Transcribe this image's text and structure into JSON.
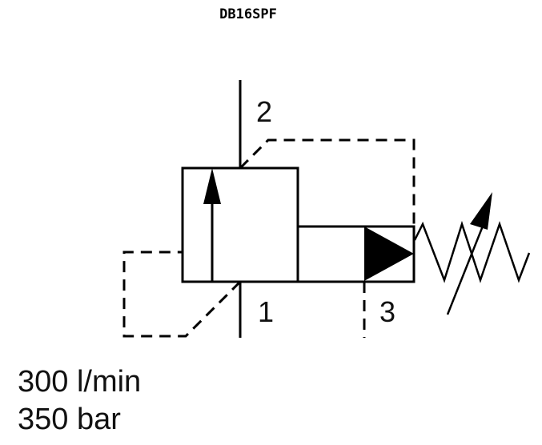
{
  "title": "DB16SPF",
  "ports": {
    "p1": "1",
    "p2": "2",
    "p3": "3"
  },
  "specs": {
    "flow": "300 l/min",
    "pressure": "350 bar"
  }
}
